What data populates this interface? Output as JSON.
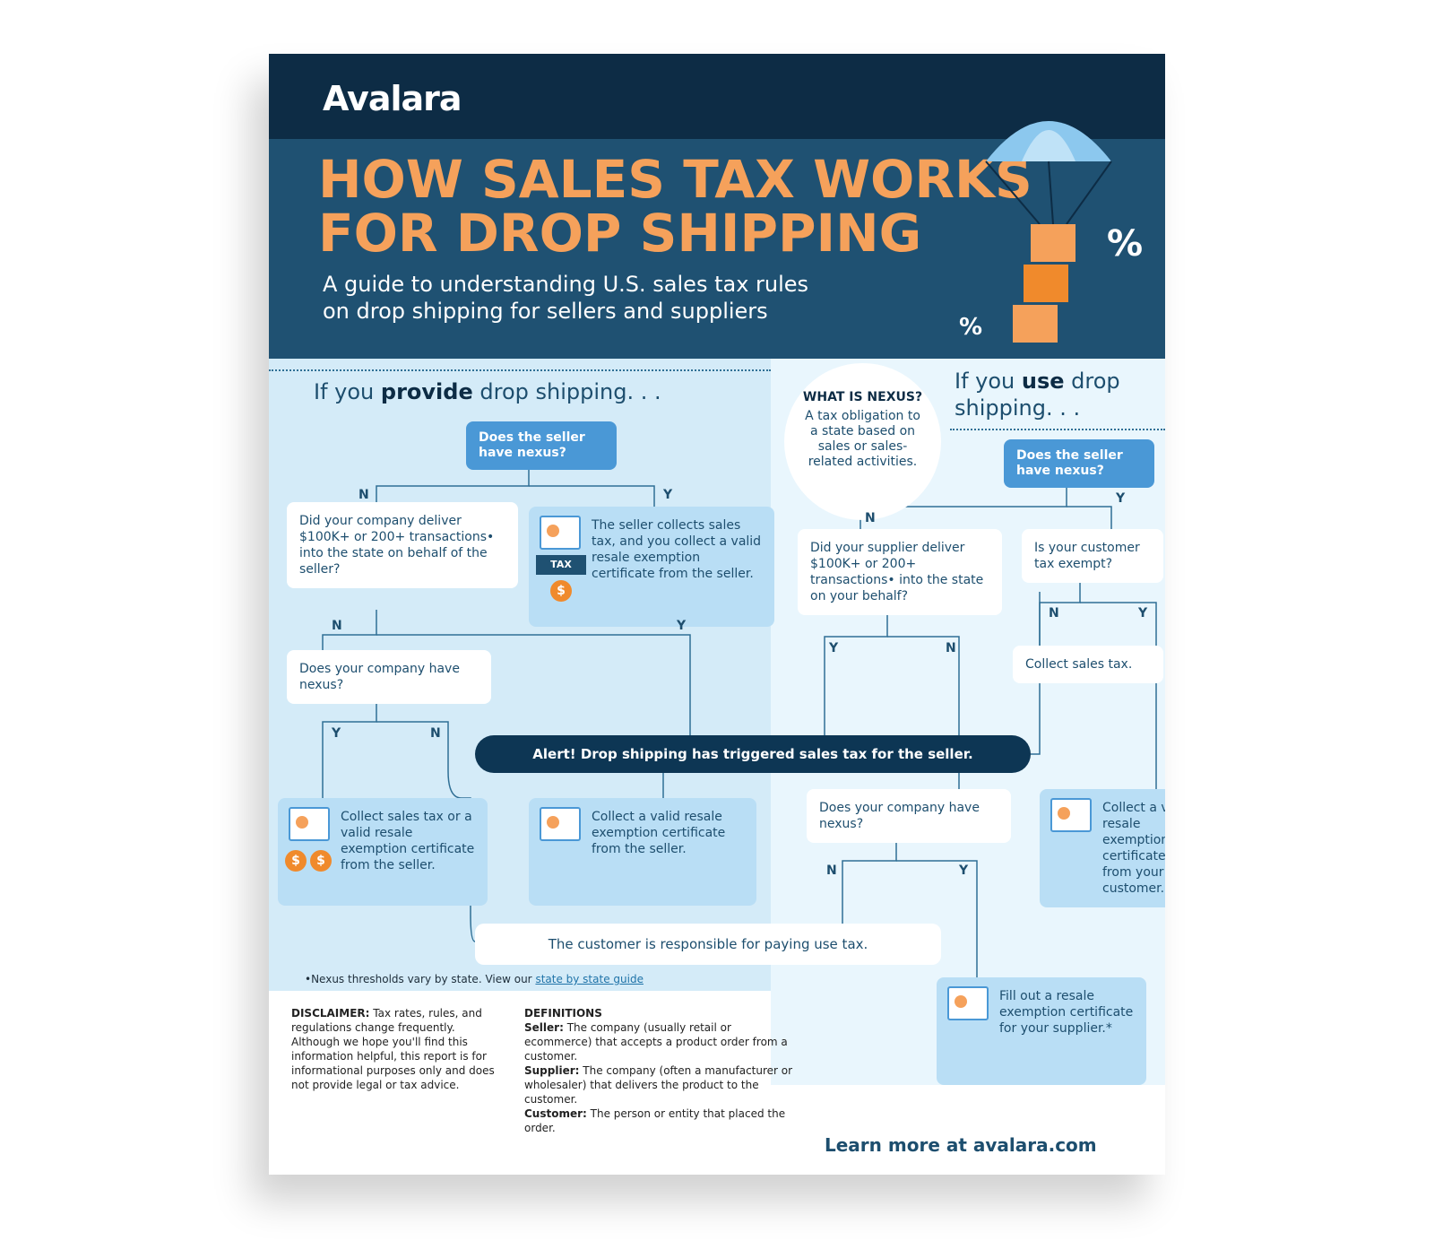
{
  "header": {
    "logo": "Avalara",
    "title": "HOW SALES TAX WORKS FOR DROP SHIPPING",
    "subtitle": "A guide to understanding U.S. sales tax rules on drop shipping for sellers and suppliers",
    "percent_symbol": "%"
  },
  "provide": {
    "heading_pre": "If you ",
    "heading_bold": "provide",
    "heading_post": " drop shipping. . .",
    "q_seller_nexus": "Does the seller have nexus?",
    "q_company_deliver": "Did your company deliver $100K+ or 200+ transactions• into the state on behalf of the seller?",
    "seller_collects": "The seller collects sales tax, and you collect a valid resale exemption certificate from the seller.",
    "tax_sign": "TAX",
    "q_company_nexus": "Does your company have nexus?",
    "collect_tax_cert": "Collect sales tax or a valid resale exemption certificate from the seller.",
    "collect_cert": "Collect a valid resale exemption certificate from the seller.",
    "coin": "$"
  },
  "nexus_def": {
    "title": "WHAT IS NEXUS?",
    "text": "A tax obligation to a state based on sales or sales-related activities."
  },
  "use": {
    "heading_pre": "If you ",
    "heading_bold": "use",
    "heading_post": " drop shipping. . .",
    "q_seller_nexus": "Does the seller have nexus?",
    "q_supplier_deliver": "Did your supplier deliver $100K+ or 200+ transactions• into the state on your behalf?",
    "q_customer_exempt": "Is your customer tax exempt?",
    "collect_tax": "Collect sales tax.",
    "collect_cert_customer": "Collect a valid resale exemption certificate from your customer.",
    "q_company_nexus": "Does your company have nexus?",
    "fill_out": "Fill out a resale exemption certificate for your supplier.*"
  },
  "alert": "Alert! Drop shipping has triggered sales tax for the seller.",
  "customer_responsible": "The customer is responsible for paying use tax.",
  "labels": {
    "yes": "Y",
    "no": "N"
  },
  "footer": {
    "footnote": "•Nexus thresholds vary by state. View our ",
    "footnote_link": "state by state guide",
    "disclaimer_label": "DISCLAIMER:",
    "disclaimer": " Tax rates, rules, and regulations change frequently. Although we hope you'll find this information helpful, this report is for informational purposes only and does not provide legal or tax advice.",
    "definitions_title": "DEFINITIONS",
    "definitions": [
      {
        "term": "Seller:",
        "text": " The company (usually retail or ecommerce) that accepts a product order from a customer."
      },
      {
        "term": "Supplier:",
        "text": " The company (often a manufacturer or wholesaler) that delivers the product to the customer."
      },
      {
        "term": "Customer:",
        "text": " The person or entity that placed the order."
      }
    ],
    "learn_more": "Learn more at avalara.com"
  },
  "colors": {
    "navy": "#0d2c45",
    "header": "#1f5172",
    "orange": "#f5a15b",
    "blue": "#4a98d6",
    "light_blue": "#d4ebf8"
  }
}
